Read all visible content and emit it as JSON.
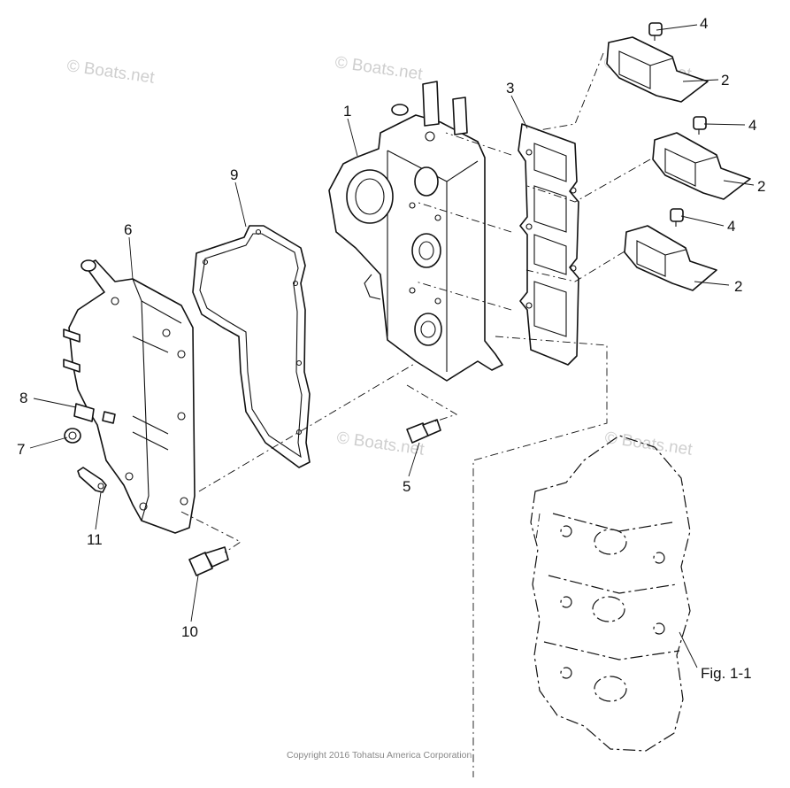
{
  "diagram": {
    "callouts": [
      "1",
      "2",
      "2",
      "2",
      "3",
      "4",
      "4",
      "4",
      "5",
      "6",
      "7",
      "8",
      "9",
      "10",
      "11"
    ],
    "figure_label": "Fig. 1-1",
    "copyright": "Copyright 2016 Tohatsu America Corporation",
    "watermark": "© Boats.net"
  }
}
